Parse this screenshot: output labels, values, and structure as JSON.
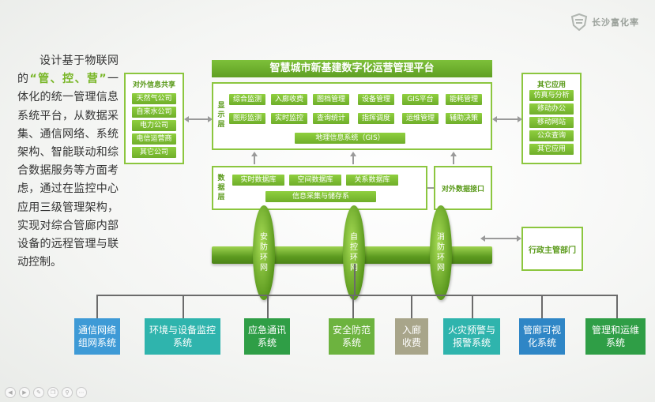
{
  "logo": {
    "text": "长沙富化率",
    "icon": "shield-logo-icon"
  },
  "description": {
    "p1": "设计基于物联网的",
    "highlight": "“管、控、营”",
    "p2": "一体化的统一管理信息系统平台，从数据采集、通信网络、系统架构、智能联动和综合数据服务等方面考虑，通过在监控中心应用三级管理架构，实现对综合管廊内部设备的远程管理与联动控制。"
  },
  "platform_title": "智慧城市新基建数字化运营管理平台",
  "display_layer": {
    "label": "显示层",
    "row1": [
      "综合监测",
      "入廊收费",
      "图档管理",
      "设备管理",
      "GIS平台",
      "能耗管理"
    ],
    "row2": [
      "图形监测",
      "实时监控",
      "查询统计",
      "指挥调度",
      "运维管理",
      "辅助决策"
    ],
    "gis": "地理信息系统（GIS）"
  },
  "data_layer": {
    "label": "数据层",
    "dbs": [
      "实时数据库",
      "空间数据库",
      "关系数据库"
    ],
    "collect": "信息采集与储存系"
  },
  "data_interface": "对外数据接口",
  "left_panel": {
    "title": "对外信息共享",
    "items": [
      "天然气公司",
      "自来水公司",
      "电力公司",
      "电信运营商",
      "其它公司"
    ]
  },
  "right_panel": {
    "title": "其它应用",
    "items": [
      "仿真与分析",
      "移动办公",
      "移动网站",
      "公众查询",
      "其它应用"
    ]
  },
  "admin_dept": "行政主管部门",
  "rings": [
    "安防环网",
    "自控环网",
    "消防环网"
  ],
  "subsystems": [
    {
      "label": "通信网络组网系统",
      "color": "#3e9ad6"
    },
    {
      "label": "环境与设备监控系统",
      "color": "#2fb4ad"
    },
    {
      "label": "应急通讯系统",
      "color": "#2f9e46"
    },
    {
      "label": "安全防范系统",
      "color": "#6db33f"
    },
    {
      "label": "入廊收费",
      "color": "#a8a58a"
    },
    {
      "label": "火灾预警与报警系统",
      "color": "#2fb4ad"
    },
    {
      "label": "管廊可视化系统",
      "color": "#2f86c6"
    },
    {
      "label": "管理和运维系统",
      "color": "#2f9e46"
    }
  ],
  "toolbar": [
    "prev-icon",
    "next-icon",
    "pen-icon",
    "copy-icon",
    "zoom-icon",
    "more-icon"
  ]
}
